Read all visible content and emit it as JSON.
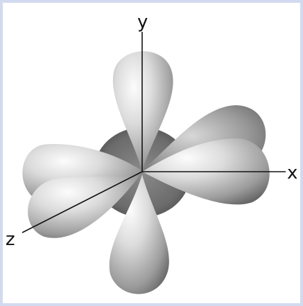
{
  "axes": {
    "x_label": "x",
    "y_label": "y",
    "z_label": "z"
  },
  "colors": {
    "page_border": "#d2daf0",
    "background": "#ffffff",
    "lobe_highlight": "#fafafa",
    "lobe_mid": "#b8b8b8",
    "lobe_shadow": "#5a5a5a",
    "axis_line": "#111111"
  },
  "lobes": [
    "lobe-y-positive",
    "lobe-y-negative",
    "lobe-x-back",
    "lobe-x-front",
    "lobe-z-back",
    "lobe-z-front",
    "torus-ring"
  ]
}
